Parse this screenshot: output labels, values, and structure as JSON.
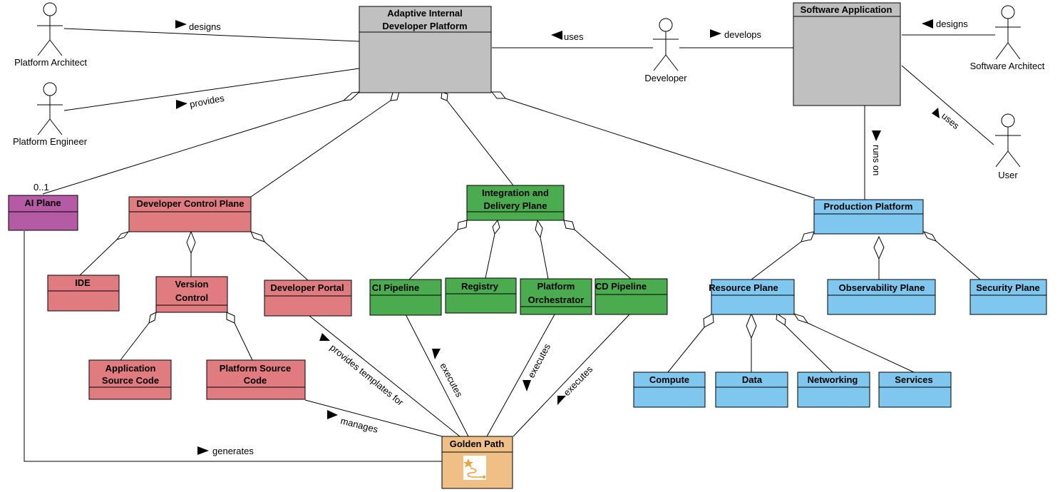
{
  "colors": {
    "gray": "#c0c0c0",
    "pink": "#e07c7f",
    "green": "#4bab4f",
    "blue": "#7fc7ee",
    "purple": "#b55aa4",
    "orange": "#f0bf85"
  },
  "actors": {
    "platform_architect": "Platform Architect",
    "platform_engineer": "Platform Engineer",
    "developer": "Developer",
    "software_architect": "Software Architect",
    "user": "User"
  },
  "classes": {
    "aidp_line1": "Adaptive Internal",
    "aidp_line2": "Developer Platform",
    "software_application": "Software Application",
    "ai_plane": "AI Plane",
    "developer_control_plane": "Developer Control Plane",
    "integration_line1": "Integration and",
    "integration_line2": "Delivery Plane",
    "production_platform": "Production Platform",
    "ide": "IDE",
    "version_control_line1": "Version",
    "version_control_line2": "Control",
    "developer_portal": "Developer Portal",
    "app_source_line1": "Application",
    "app_source_line2": "Source Code",
    "platform_source_line1": "Platform Source",
    "platform_source_line2": "Code",
    "ci_pipeline": "CI Pipeline",
    "registry": "Registry",
    "orchestrator_line1": "Platform",
    "orchestrator_line2": "Orchestrator",
    "cd_pipeline": "CD Pipeline",
    "resource_plane": "Resource Plane",
    "observability_plane": "Observability Plane",
    "security_plane": "Security Plane",
    "compute": "Compute",
    "data": "Data",
    "networking": "Networking",
    "services": "Services",
    "golden_path": "Golden Path"
  },
  "labels": {
    "designs_left": "designs",
    "provides": "provides",
    "uses_dev": "uses",
    "develops": "develops",
    "designs_right": "designs",
    "uses_user": "uses",
    "runs_on": "runs on",
    "multiplicity": "0..1",
    "provides_templates": "provides templates for",
    "executes_ci": "executes",
    "executes_orch": "executes",
    "executes_cd": "executes",
    "manages": "manages",
    "generates": "generates"
  },
  "icons": {
    "golden_path": "golden-path-route-icon"
  }
}
